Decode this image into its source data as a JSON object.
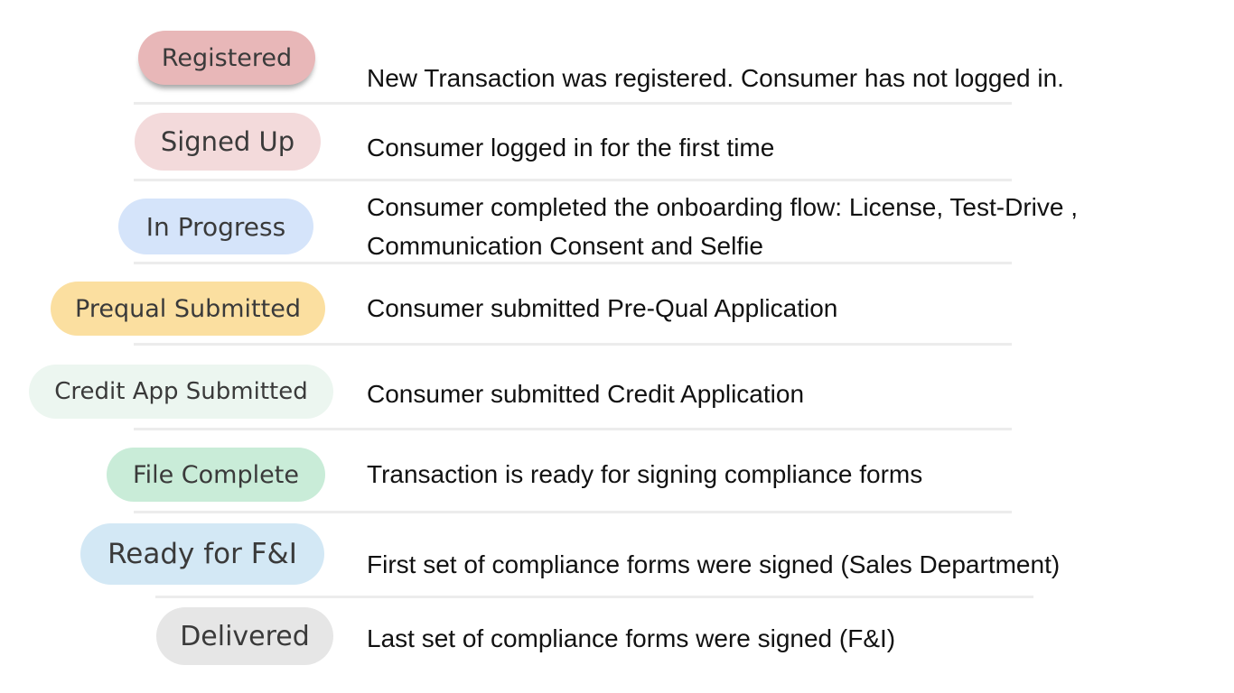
{
  "statuses": [
    {
      "label": "Registered",
      "description": "New Transaction was registered.  Consumer has not logged in.",
      "color": "#e8b7b8"
    },
    {
      "label": "Signed Up",
      "description": "Consumer logged in for the first time",
      "color": "#f3dadb"
    },
    {
      "label": "In Progress",
      "description_lines": [
        "Consumer completed the onboarding flow: License, Test-Drive ,",
        "Communication Consent and Selfie"
      ],
      "color": "#d5e4fa"
    },
    {
      "label": "Prequal Submitted",
      "description": "Consumer submitted Pre-Qual Application",
      "color": "#fbdfa0"
    },
    {
      "label": "Credit App Submitted",
      "description": "Consumer submitted Credit Application",
      "color": "#ecf6f0"
    },
    {
      "label": "File Complete",
      "description": "Transaction is ready for signing compliance forms",
      "color": "#c9ecd8"
    },
    {
      "label": "Ready for F&I",
      "description": "First set of compliance forms were signed (Sales Department)",
      "color": "#d3e8f5"
    },
    {
      "label": "Delivered",
      "description": "Last set of compliance forms were signed (F&I)",
      "color": "#e6e6e6"
    }
  ]
}
